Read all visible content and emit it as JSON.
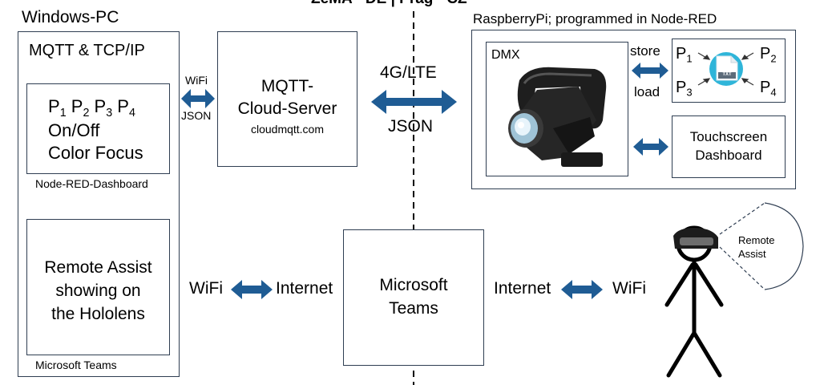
{
  "header": {
    "title": "ZeMA - DE | Prag - CZ"
  },
  "windows_pc": {
    "title": "Windows-PC",
    "protocol": "MQTT & TCP/IP",
    "dashboard_box": {
      "p_prefix": "P",
      "p_indices": [
        "1",
        "2",
        "3",
        "4"
      ],
      "line2": "On/Off",
      "line3": "Color Focus"
    },
    "dashboard_label": "Node-RED-Dashboard",
    "remote_box": {
      "line1": "Remote Assist",
      "line2": "showing on",
      "line3": "the Hololens"
    },
    "teams_label": "Microsoft Teams"
  },
  "link_pc_cloud": {
    "top": "WiFi",
    "bottom": "JSON"
  },
  "cloud_server": {
    "line1": "MQTT-",
    "line2": "Cloud-Server",
    "line3": "cloudmqtt.com"
  },
  "link_cloud_pi": {
    "top": "4G/LTE",
    "bottom": "JSON"
  },
  "raspberry": {
    "title": "RaspberryPi; programmed  in Node-RED",
    "dmx_label": "DMX",
    "store_label": "store",
    "load_label": "load",
    "presets": {
      "prefix": "P",
      "p1": "1",
      "p2": "2",
      "p3": "3",
      "p4": "4",
      "file_icon_text": "TXT"
    },
    "touchscreen": {
      "line1": "Touchscreen",
      "line2": "Dashboard"
    }
  },
  "bottom_left_link": {
    "wifi": "WiFi",
    "internet": "Internet"
  },
  "teams_box": {
    "line1": "Microsoft",
    "line2": "Teams"
  },
  "bottom_right_link": {
    "internet": "Internet",
    "wifi": "WiFi"
  },
  "hololens_view": {
    "line1": "Remote",
    "line2": "Assist"
  },
  "colors": {
    "arrow": "#1f5c94",
    "box_border": "#2f3e52",
    "file_icon": "#2fb5d9"
  }
}
